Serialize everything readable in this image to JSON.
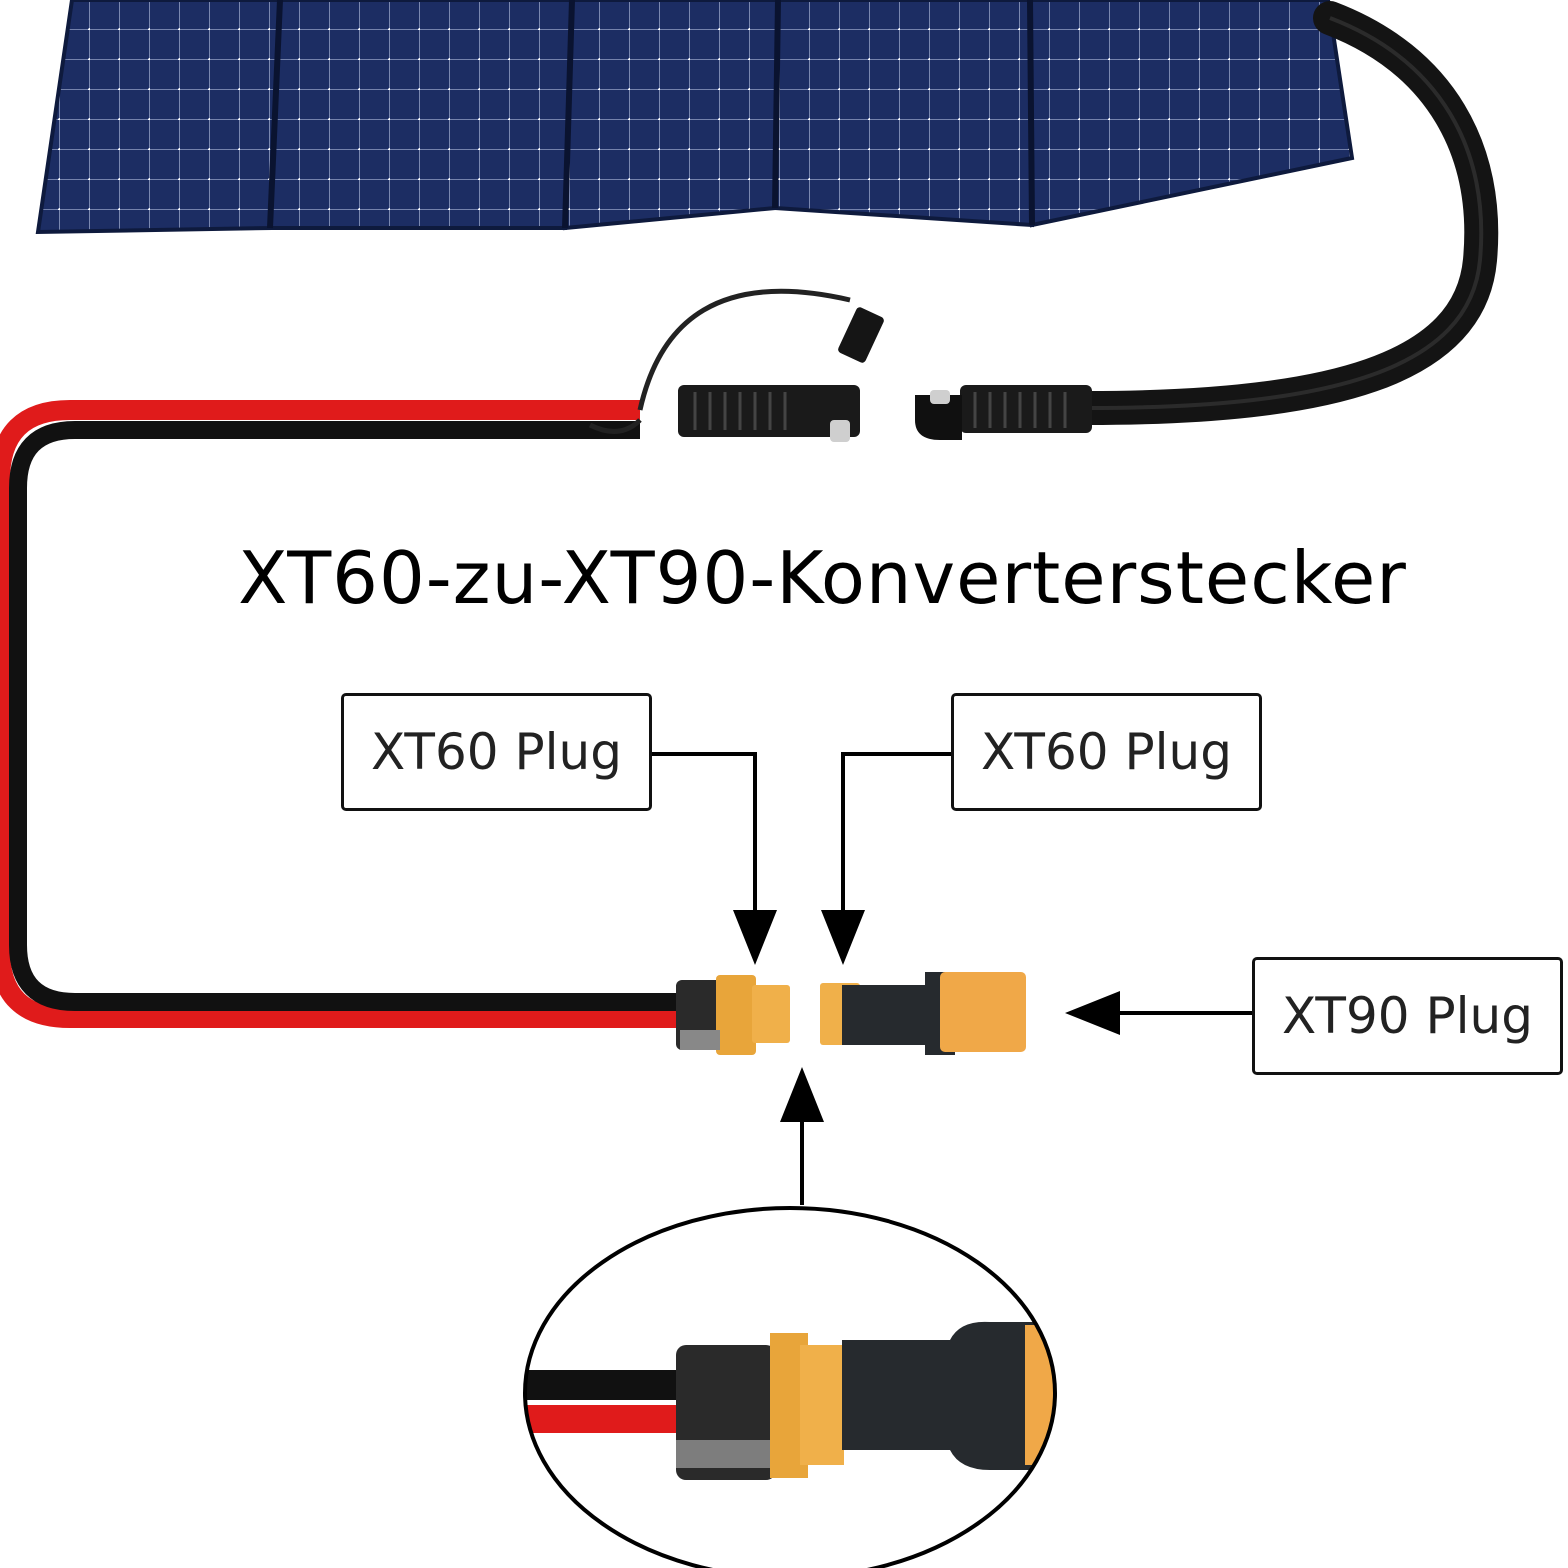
{
  "title": "XT60-zu-XT90-Konverterstecker",
  "labels": {
    "left": "XT60 Plug",
    "middle": "XT60 Plug",
    "right": "XT90 Plug"
  },
  "colors": {
    "panel_blue": "#1b2a5c",
    "cable_red": "#e01b1b",
    "cable_black": "#111111",
    "connector_yellow": "#e8a53a"
  }
}
